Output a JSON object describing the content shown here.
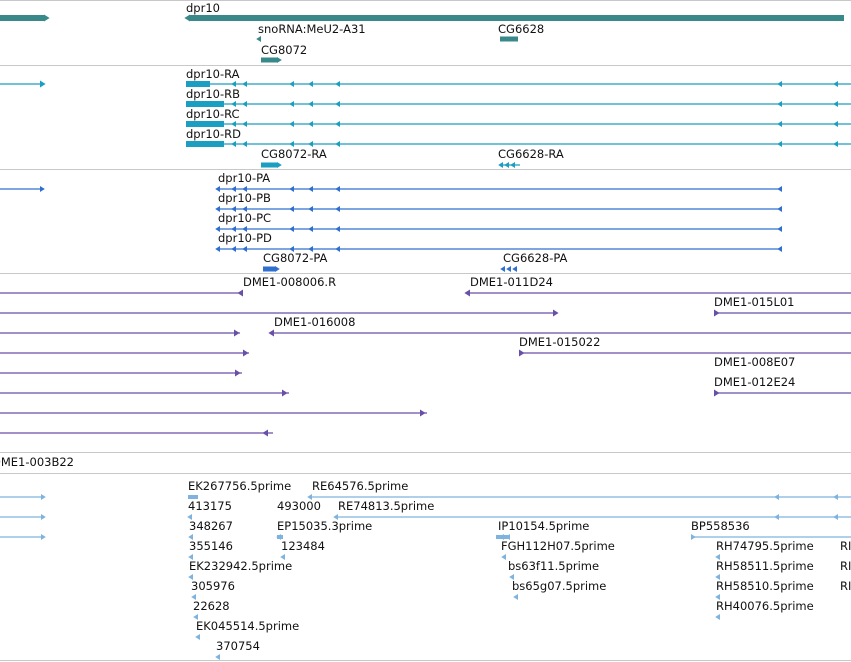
{
  "colors": {
    "gene": "#39888a",
    "transcript": "#1a9ec2",
    "protein": "#2f6fd0",
    "clone": "#6a4fa8",
    "est": "#7db3de",
    "separator": "#c8c8c8"
  },
  "tracks": {
    "genes": {
      "labels": [
        "dpr10",
        "snoRNA:MeU2-A31",
        "CG6628",
        "CG8072"
      ]
    },
    "transcripts": {
      "labels": [
        "dpr10-RA",
        "dpr10-RB",
        "dpr10-RC",
        "dpr10-RD",
        "CG8072-RA",
        "CG6628-RA"
      ]
    },
    "proteins": {
      "labels": [
        "dpr10-PA",
        "dpr10-PB",
        "dpr10-PC",
        "dpr10-PD",
        "CG8072-PA",
        "CG6628-PA"
      ]
    },
    "clones": {
      "labels": [
        "DME1-008006.R",
        "DME1-011D24",
        "DME1-015L01",
        "DME1-016008",
        "DME1-015022",
        "DME1-008E07",
        "DME1-012E24"
      ]
    },
    "clone_extra": {
      "labels": [
        "DME1-003B22"
      ]
    },
    "ests": {
      "labels": [
        "EK267756.5prime",
        "RE64576.5prime",
        "413175",
        "493000",
        "RE74813.5prime",
        "348267",
        "EP15035.3prime",
        "IP10154.5prime",
        "BP558536",
        "355146",
        "123484",
        "FGH112H07.5prime",
        "RH74795.5prime",
        "RI",
        "EK232942.5prime",
        "bs63f11.5prime",
        "RH58511.5prime",
        "RI",
        "305976",
        "bs65g07.5prime",
        "RH58510.5prime",
        "RI",
        "22628",
        "RH40076.5prime",
        "EK045514.5prime",
        "370754"
      ]
    }
  }
}
